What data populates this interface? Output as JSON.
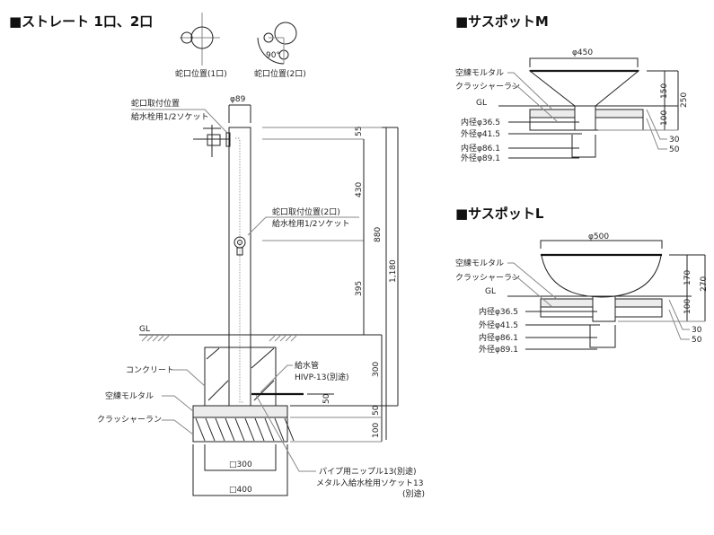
{
  "straight": {
    "title": "■ストレート 1口、2口",
    "spout_pos_1": "蛇口位置(1口)",
    "spout_pos_2": "蛇口位置(2口)",
    "angle": "90°",
    "diameter": "φ89",
    "mount_label_1": "蛇口取付位置",
    "socket_label_1": "給水栓用1/2ソケット",
    "mount_label_2": "蛇口取付位置(2口)",
    "socket_label_2": "給水栓用1/2ソケット",
    "gl": "GL",
    "concrete": "コンクリート",
    "mortar": "空練モルタル",
    "crusher": "クラッシャーラン",
    "pipe_label": "給水管",
    "pipe_spec": "HIVP-13(別途)",
    "nipple": "パイプ用ニップル13(別途)",
    "socket_metal": "メタル入給水栓用ソケット13",
    "socket_metal_note": "(別途)",
    "square_300": "□300",
    "square_400": "□400",
    "dims": {
      "d55": "55",
      "d430": "430",
      "d880": "880",
      "d395": "395",
      "d1180": "1,180",
      "d300": "300",
      "d50": "50",
      "d100": "100",
      "d50b": "50"
    }
  },
  "saspot_m": {
    "title": "■サスポットM",
    "diameter": "φ450",
    "mortar": "空練モルタル",
    "crusher": "クラッシャーラン",
    "gl": "GL",
    "inner_small": "内径φ36.5",
    "outer_small": "外径φ41.5",
    "inner_large": "内径φ86.1",
    "outer_large": "外径φ89.1",
    "dims": {
      "d150": "150",
      "d250": "250",
      "d100": "100",
      "d30": "30",
      "d50": "50"
    }
  },
  "saspot_l": {
    "title": "■サスポットL",
    "diameter": "φ500",
    "mortar": "空練モルタル",
    "crusher": "クラッシャーラン",
    "gl": "GL",
    "inner_small": "内径φ36.5",
    "outer_small": "外径φ41.5",
    "inner_large": "内径φ86.1",
    "outer_large": "外径φ89.1",
    "dims": {
      "d170": "170",
      "d270": "270",
      "d100": "100",
      "d30": "30",
      "d50": "50"
    }
  }
}
